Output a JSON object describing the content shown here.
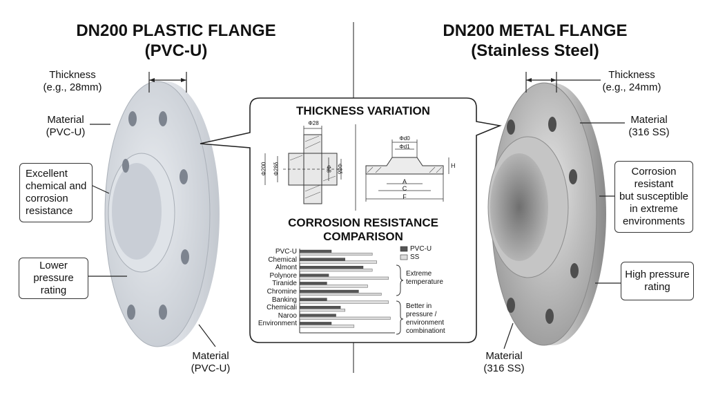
{
  "left": {
    "title": "DN200 PLASTIC FLANGE",
    "subtitle": "(PVC-U)",
    "thickness_label": "Thickness",
    "thickness_value": "(e.g., 28mm)",
    "material_top_label": "Material",
    "material_top_value": "(PVC-U)",
    "chem_lines": [
      "Excellent",
      "chemical and",
      "corrosion",
      "resistance"
    ],
    "pressure_lines": [
      "Lower",
      "pressure",
      "rating"
    ],
    "material_bottom_label": "Material",
    "material_bottom_value": "(PVC-U)"
  },
  "right": {
    "title": "DN200 METAL FLANGE",
    "subtitle": "(Stainless Steel)",
    "thickness_label": "Thickness",
    "thickness_value": "(e.g., 24mm)",
    "material_top_label": "Material",
    "material_top_value": "(316 SS)",
    "corrosion_lines": [
      "Corrosion",
      "resistant",
      "but susceptible",
      "in extreme",
      "environments"
    ],
    "pressure_lines": [
      "High pressure",
      "rating"
    ],
    "material_bottom_label": "Material",
    "material_bottom_value": "(316 SS)"
  },
  "center": {
    "thickness_title": "THICKNESS VARIATION",
    "left_dims": {
      "top": "Φ28",
      "d1": "Φ200",
      "d2": "Φ28δ",
      "d3": "Φ8",
      "d4": "Φ8δ"
    },
    "right_dims": {
      "top": "Φd0",
      "top2": "Φd1",
      "h": "H",
      "a": "A",
      "c": "C",
      "f": "F"
    },
    "corrosion_title_1": "CORROSION RESISTANCE",
    "corrosion_title_2": "COMPARISON",
    "note_extreme": [
      "Extreme",
      "temperature"
    ],
    "note_pressure": [
      "Better in",
      "pressure /",
      "environment",
      "combinationt"
    ]
  },
  "chart_data": {
    "type": "bar",
    "categories": [
      "PVC-U",
      "Chemical",
      "Almont",
      "Polynore",
      "Tiranide",
      "Chromine",
      "Banking",
      "Chemicali",
      "Naroo",
      "Environment"
    ],
    "series": [
      {
        "name": "PVC-U",
        "values": [
          3.5,
          5,
          7,
          3.2,
          3,
          6.5,
          3,
          4.5,
          4,
          3.5
        ],
        "color": "#555555"
      },
      {
        "name": "SS",
        "values": [
          8,
          8.5,
          8,
          9.8,
          7.5,
          9,
          9.8,
          5,
          10,
          6
        ],
        "color": "#dddddd"
      }
    ],
    "xlim": [
      0,
      10.5
    ]
  }
}
